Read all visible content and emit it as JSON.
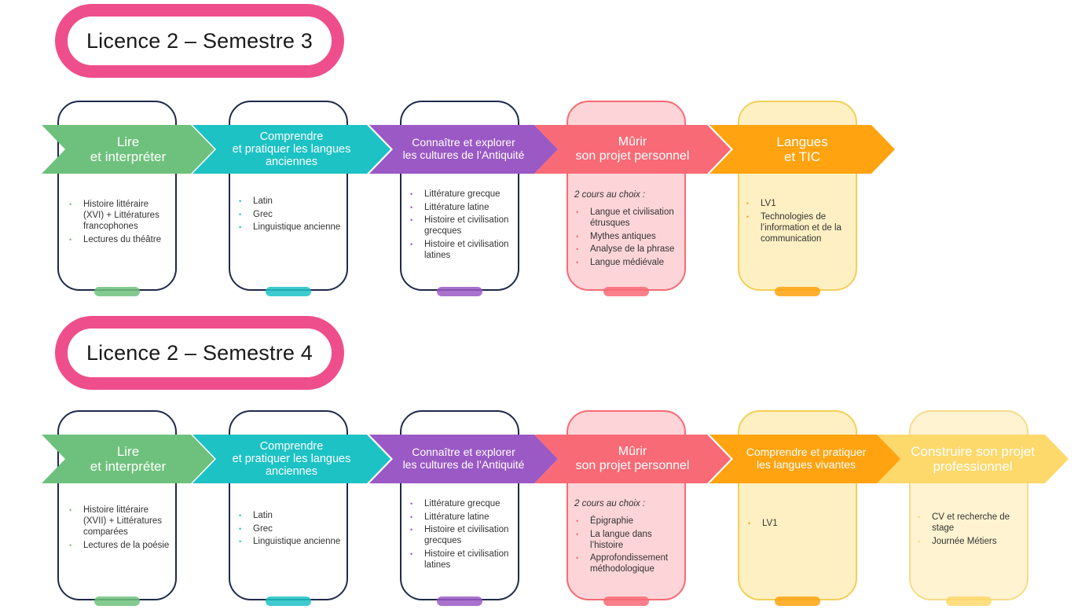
{
  "colors": {
    "pill_border": "#ee4f8c",
    "green": "#6ec17c",
    "teal": "#1dc2c4",
    "purple": "#9a59c4",
    "coral": "#f86a75",
    "orange": "#ffa310",
    "yellow": "#fdd86b",
    "card_border": "#1f2a4a"
  },
  "semester3": {
    "title": "Licence 2 – Semestre 3",
    "blocks": [
      {
        "label": "Lire\net interpréter",
        "items": [
          "Histoire littéraire (XVI) + Littératures francophones",
          "Lectures du théâtre"
        ]
      },
      {
        "label": "Comprendre\net pratiquer les langues\nanciennes",
        "items": [
          "Latin",
          "Grec",
          "Linguistique ancienne"
        ]
      },
      {
        "label": "Connaître et explorer\nles cultures de l’Antiquité",
        "items": [
          "Littérature grecque",
          "Littérature latine",
          "Histoire et civilisation grecques",
          "Histoire et civilisation latines"
        ]
      },
      {
        "label": "Mûrir\nson projet personnel",
        "note": "2 cours au choix :",
        "items": [
          "Langue et civilisation étrusques",
          "Mythes antiques",
          "Analyse de la phrase",
          "Langue médiévale"
        ]
      },
      {
        "label": "Langues\net TIC",
        "items": [
          "LV1",
          "Technologies de l’information et de la communication"
        ]
      }
    ]
  },
  "semester4": {
    "title": "Licence 2 – Semestre 4",
    "blocks": [
      {
        "label": "Lire\net interpréter",
        "items": [
          "Histoire littéraire (XVII) + Littératures comparées",
          "Lectures de la poésie"
        ]
      },
      {
        "label": "Comprendre\net pratiquer les langues\nanciennes",
        "items": [
          "Latin",
          "Grec",
          "Linguistique ancienne"
        ]
      },
      {
        "label": "Connaître et explorer\nles cultures de l’Antiquité",
        "items": [
          "Littérature grecque",
          "Littérature latine",
          "Histoire et civilisation grecques",
          "Histoire et civilisation latines"
        ]
      },
      {
        "label": "Mûrir\nson projet personnel",
        "note": "2 cours au choix :",
        "items": [
          "Épigraphie",
          "La langue dans l’histoire",
          "Approfondissement méthodologique"
        ]
      },
      {
        "label": "Comprendre et pratiquer\nles langues vivantes",
        "items": [
          "LV1"
        ]
      },
      {
        "label": "Construire son projet\nprofessionnel",
        "items": [
          "CV et recherche de stage",
          "Journée Métiers"
        ]
      }
    ]
  }
}
